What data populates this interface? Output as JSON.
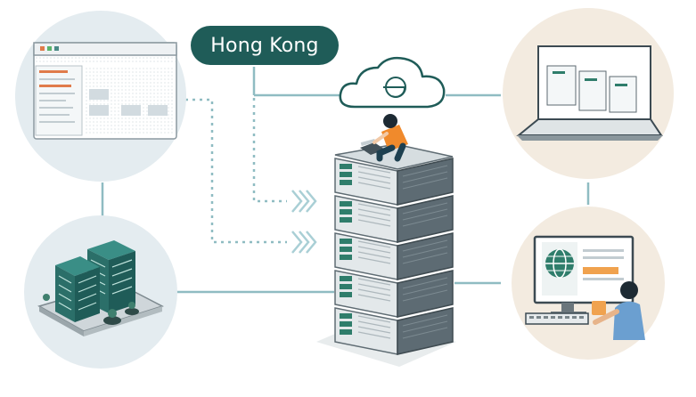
{
  "diagram": {
    "location_label": "Hong Kong",
    "nodes": [
      {
        "id": "web-admin-panel",
        "icon": "browser-window-icon"
      },
      {
        "id": "data-center",
        "icon": "office-buildings-icon"
      },
      {
        "id": "cloud",
        "icon": "cloud-icon"
      },
      {
        "id": "server-stack",
        "icon": "server-rack-icon"
      },
      {
        "id": "laptop-dashboard",
        "icon": "laptop-icon"
      },
      {
        "id": "desktop-user",
        "icon": "desktop-globe-icon"
      }
    ],
    "colors": {
      "accent": "#1f5c58",
      "connector": "#8fbcc2",
      "circle_blue": "#e4ecf0",
      "circle_beige": "#f3ebe0",
      "person_shirt": "#f08a2c",
      "user_shirt": "#6b9fd0"
    }
  }
}
